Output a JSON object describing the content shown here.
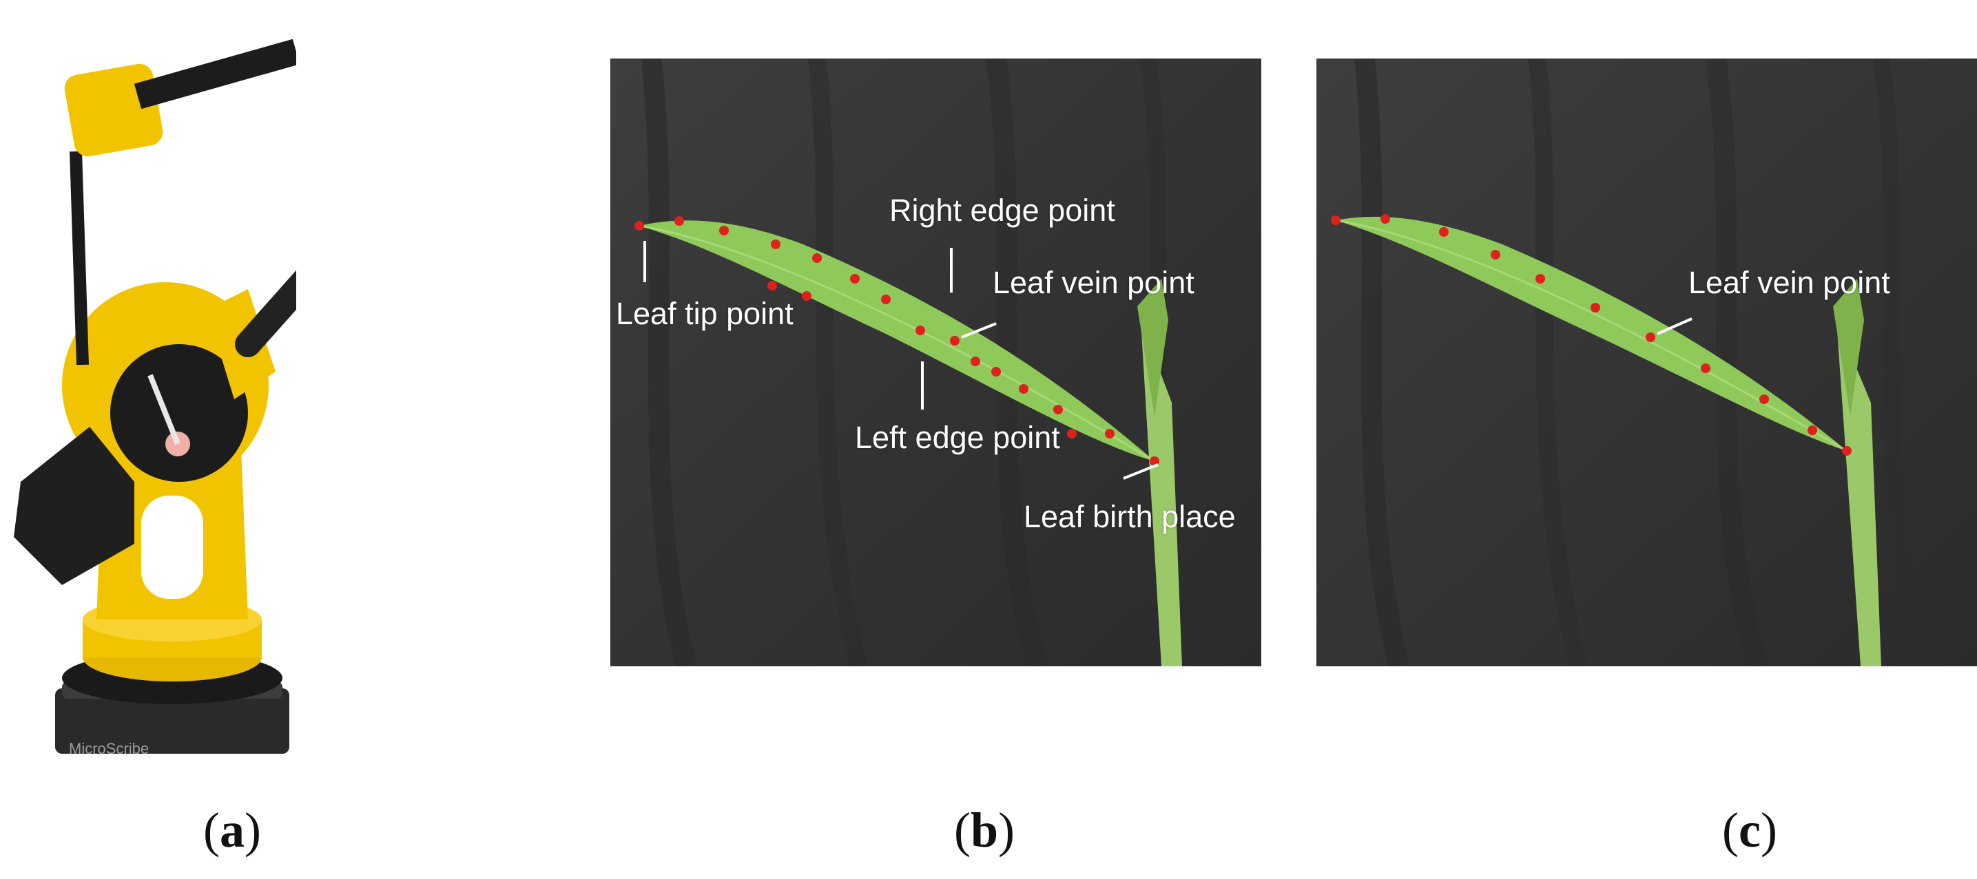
{
  "panels": [
    {
      "id": "a",
      "caption_letter": "a",
      "subject": "yellow digitizer arm",
      "logo_text": "MicroScribe"
    },
    {
      "id": "b",
      "caption_letter": "b",
      "subject": "maize leaf with labeled points",
      "annotations": {
        "leaf_tip": "Leaf tip point",
        "right_edge": "Right edge point",
        "leaf_vein": "Leaf vein point",
        "left_edge": "Left edge point",
        "leaf_birth": "Leaf birth place"
      }
    },
    {
      "id": "c",
      "caption_letter": "c",
      "subject": "maize leaf with vein points",
      "annotations": {
        "leaf_vein": "Leaf vein point"
      }
    }
  ],
  "colors": {
    "arm_yellow": "#f2c400",
    "arm_black": "#1c1c1c",
    "backdrop": "#3a3a3a",
    "leaf_green": "#8fc95a",
    "marker_red": "#e0201c"
  }
}
